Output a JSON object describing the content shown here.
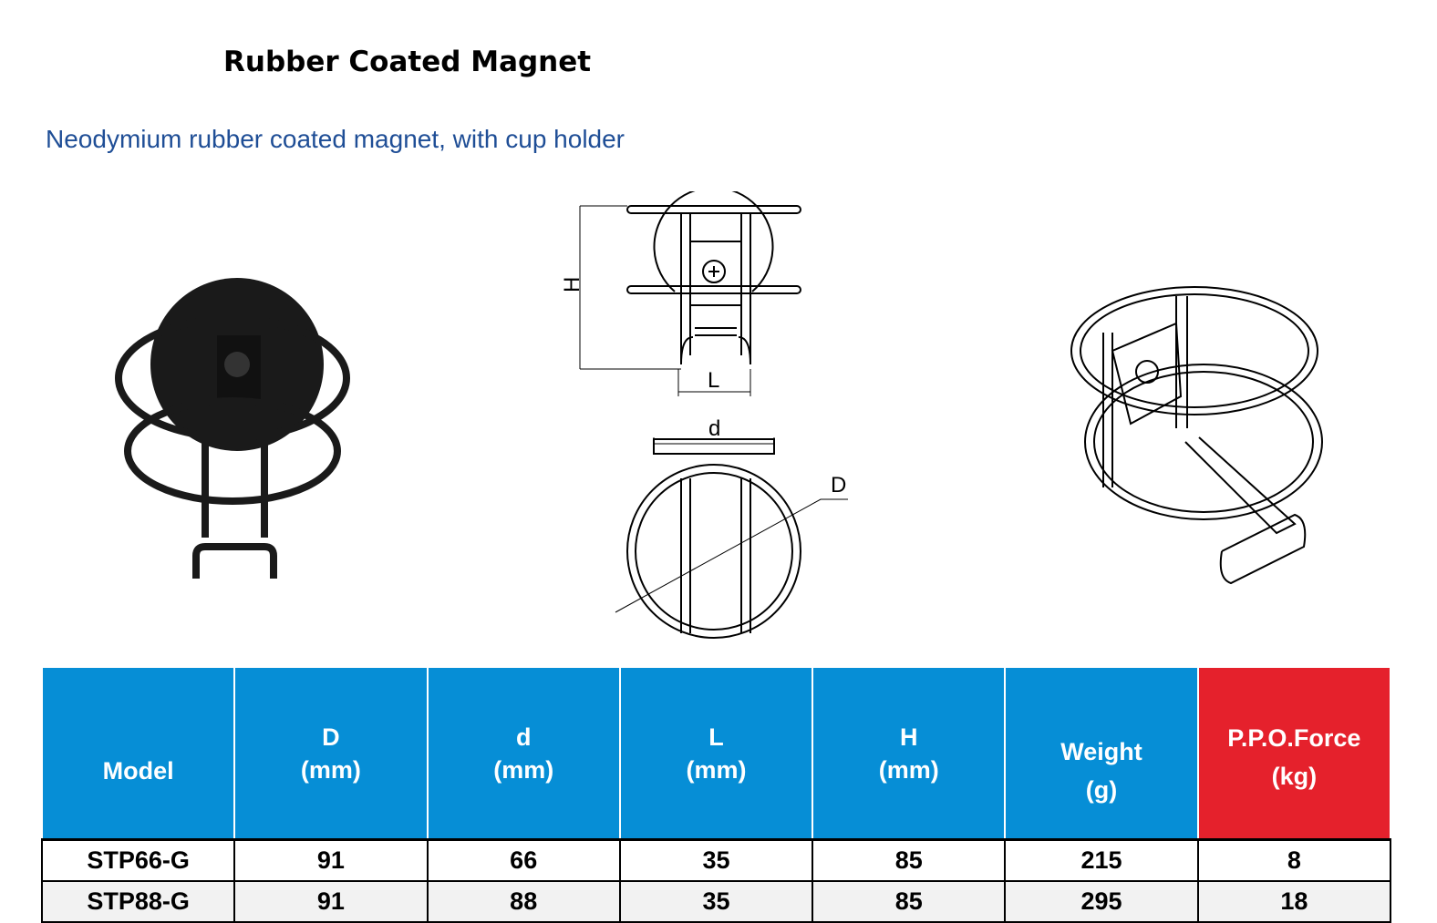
{
  "header": {
    "title": "Rubber Coated Magnet",
    "subtitle": "Neodymium rubber coated magnet, with cup holder"
  },
  "drawing": {
    "labels": {
      "H": "H",
      "L": "L",
      "d": "d",
      "D": "D"
    }
  },
  "table": {
    "columns": [
      {
        "label": "Model",
        "unit": ""
      },
      {
        "label": "D",
        "unit": "(mm)"
      },
      {
        "label": "d",
        "unit": "(mm)"
      },
      {
        "label": "L",
        "unit": "(mm)"
      },
      {
        "label": "H",
        "unit": "(mm)"
      },
      {
        "label": "Weight",
        "unit": "(g)"
      },
      {
        "label": "P.P.O.Force",
        "unit": "(kg)"
      }
    ],
    "rows": [
      [
        "STP66-G",
        "91",
        "66",
        "35",
        "85",
        "215",
        "8"
      ],
      [
        "STP88-G",
        "91",
        "88",
        "35",
        "85",
        "295",
        "18"
      ]
    ]
  },
  "colors": {
    "header_blue": "#068ed6",
    "header_red": "#e5212c",
    "subtitle": "#1f4e96"
  }
}
